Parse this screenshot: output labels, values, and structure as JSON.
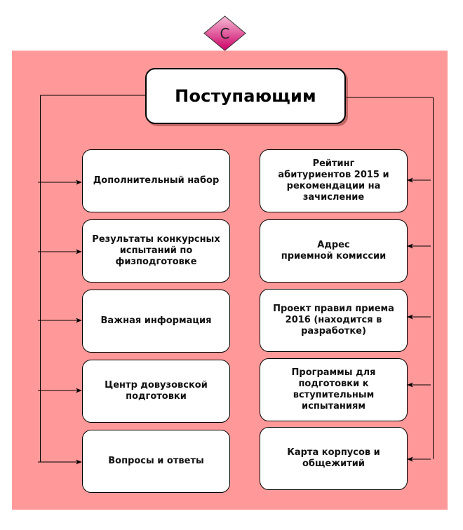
{
  "header": {
    "badge_letter": "С",
    "title": "Поступающим"
  },
  "colors": {
    "panel_background": "#ff9999",
    "badge_gradient_top": "#f6bcd6",
    "badge_gradient_bottom": "#cc0066",
    "node_fill": "#ffffff",
    "connector": "#000000"
  },
  "left_column": [
    {
      "label": "Дополнительный набор",
      "icon": "arrow-right-icon"
    },
    {
      "label": "Результаты конкурсных\nиспытаний по\nфизподготовке",
      "icon": "arrow-right-icon"
    },
    {
      "label": "Важная информация",
      "icon": "arrow-right-icon"
    },
    {
      "label": "Центр довузовской\nподготовки",
      "icon": "arrow-right-icon"
    },
    {
      "label": "Вопросы и ответы",
      "icon": "arrow-right-icon"
    }
  ],
  "right_column": [
    {
      "label": "Рейтинг\nабитуриентов 2015 и\nрекомендации на\nзачисление",
      "icon": "arrow-left-icon"
    },
    {
      "label": "Адрес\nприемной комиссии",
      "icon": "arrow-left-icon"
    },
    {
      "label": "Проект правил приема\n2016 (находится в\nразработке)",
      "icon": "arrow-left-icon"
    },
    {
      "label": "Программы для\nподготовки к\nвступительным\nиспытаниям",
      "icon": "arrow-left-icon"
    },
    {
      "label": "Карта корпусов и\nобщежитий",
      "icon": "arrow-left-icon"
    }
  ]
}
